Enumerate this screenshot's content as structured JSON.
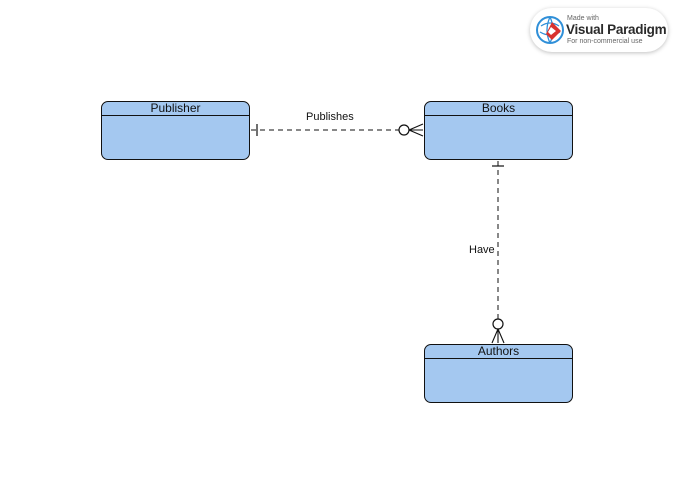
{
  "diagram": {
    "entities": [
      {
        "id": "publisher",
        "name": "Publisher"
      },
      {
        "id": "books",
        "name": "Books"
      },
      {
        "id": "authors",
        "name": "Authors"
      }
    ],
    "relationships": [
      {
        "id": "publishes",
        "label": "Publishes",
        "from": "publisher",
        "to": "books",
        "from_cardinality": "exactly-one",
        "to_cardinality": "zero-or-many",
        "line_style": "dashed"
      },
      {
        "id": "have",
        "label": "Have",
        "from": "books",
        "to": "authors",
        "from_cardinality": "exactly-one",
        "to_cardinality": "zero-or-many",
        "line_style": "dashed"
      }
    ]
  },
  "watermark": {
    "made_with": "Made with",
    "brand": "Visual Paradigm",
    "note": "For non-commercial use"
  },
  "colors": {
    "entity_fill": "#a4c8f0",
    "stroke": "#111111",
    "logo_red": "#d9322e",
    "logo_blue": "#2f8fd8"
  }
}
